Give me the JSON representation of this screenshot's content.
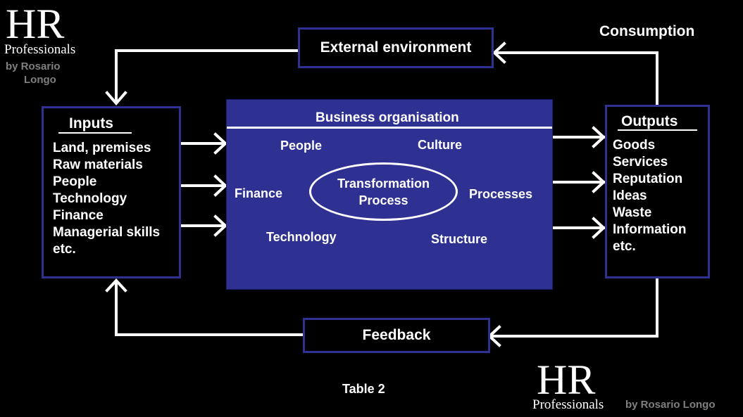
{
  "logo_top": {
    "hr": "HR",
    "professionals": "Professionals",
    "by_line_1": "by Rosario",
    "by_line_2": "Longo"
  },
  "logo_bottom": {
    "hr": "HR",
    "professionals": "Professionals",
    "by_line": "by Rosario Longo"
  },
  "external_environment": "External environment",
  "consumption": "Consumption",
  "feedback": "Feedback",
  "caption": "Table 2",
  "inputs": {
    "title": "Inputs",
    "items": [
      "Land, premises",
      "Raw materials",
      "People",
      "Technology",
      "Finance",
      "Managerial skills",
      "etc."
    ]
  },
  "outputs": {
    "title": "Outputs",
    "items": [
      "Goods",
      "Services",
      "Reputation",
      "Ideas",
      "Waste",
      "Information",
      "etc."
    ]
  },
  "business": {
    "title": "Business organisation",
    "people": "People",
    "culture": "Culture",
    "finance": "Finance",
    "processes": "Processes",
    "technology": "Technology",
    "structure": "Structure",
    "transformation_1": "Transformation",
    "transformation_2": "Process"
  },
  "colors": {
    "box_blue": "#2e3192",
    "background": "#000000",
    "text": "#ffffff",
    "logo_subtext": "#7f7f7f"
  }
}
